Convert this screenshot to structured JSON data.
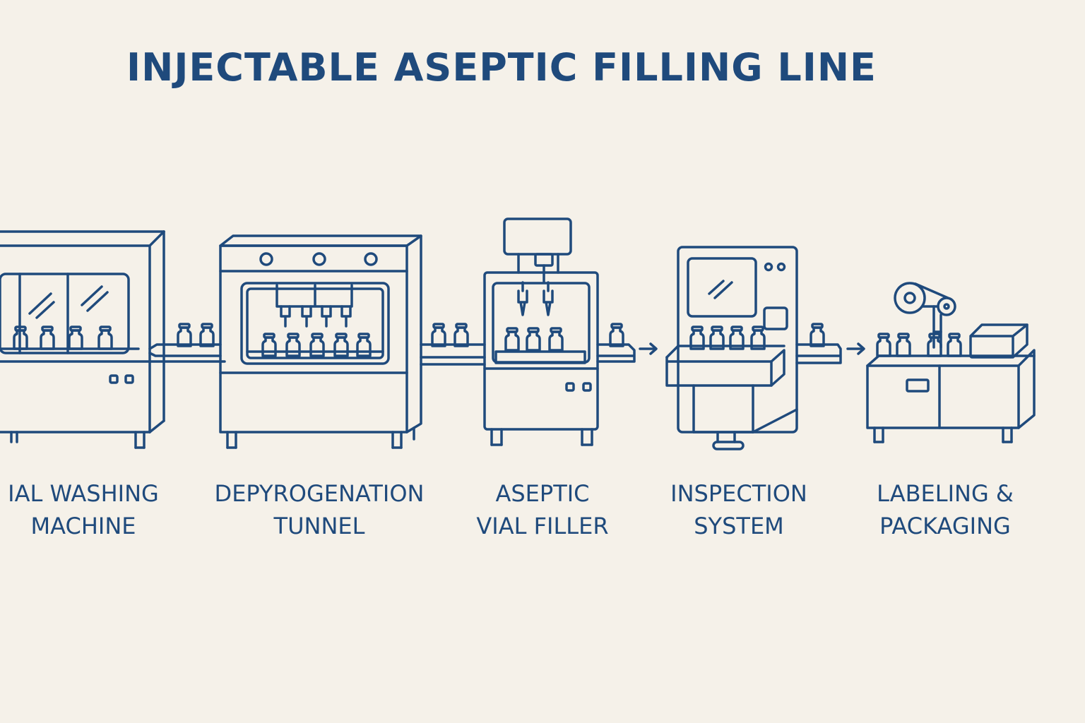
{
  "title": "INJECTABLE ASEPTIC FILLING LINE",
  "colors": {
    "background": "#f5f1e9",
    "ink": "#1f4a7c"
  },
  "stations": [
    {
      "id": "vial-washing-machine",
      "line1": "IAL WASHING",
      "line2": "MACHINE",
      "icon": "vial-washing-machine-icon"
    },
    {
      "id": "depyrogenation-tunnel",
      "line1": "DEPYROGENATION",
      "line2": "TUNNEL",
      "icon": "depyrogenation-tunnel-icon"
    },
    {
      "id": "aseptic-vial-filler",
      "line1": "ASEPTIC",
      "line2": "VIAL FILLER",
      "icon": "aseptic-vial-filler-icon"
    },
    {
      "id": "inspection-system",
      "line1": "INSPECTION",
      "line2": "SYSTEM",
      "icon": "inspection-system-icon"
    },
    {
      "id": "labeling-packaging",
      "line1": "LABELING &",
      "line2": "PACKAGING",
      "icon": "labeling-packaging-icon"
    }
  ],
  "connectors": [
    "conveyor-icon",
    "arrow-right-icon"
  ]
}
